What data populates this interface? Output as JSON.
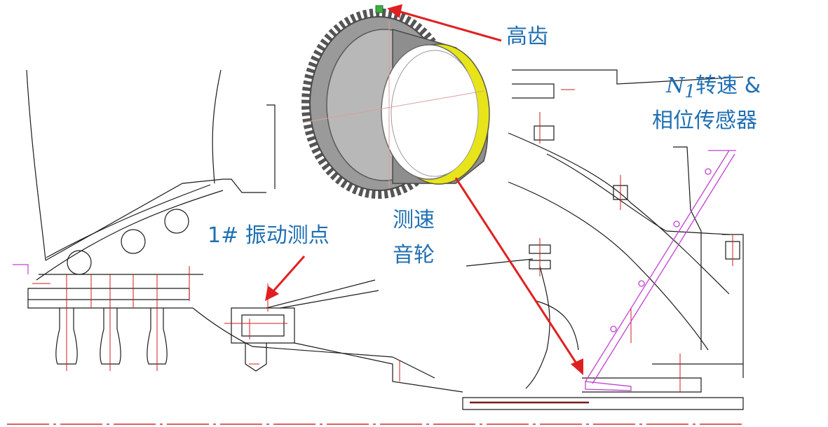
{
  "labels": {
    "high_tooth": "高齿",
    "vibration_point": "1# 振动测点",
    "tone_wheel_line1": "测速",
    "tone_wheel_line2": "音轮",
    "sensor_symbol": "N",
    "sensor_subscript": "1",
    "sensor_line1_rest": "转速 &",
    "sensor_line2": "相位传感器"
  },
  "colors": {
    "label_text": "#1f6fb2",
    "arrow": "#e02020",
    "drawing_line": "#1a1a1a",
    "centerline": "#d21e1e",
    "sensor_outline": "#c040d0",
    "ring_face": "#e8e41a",
    "ring_body": "#8c8c8c"
  }
}
